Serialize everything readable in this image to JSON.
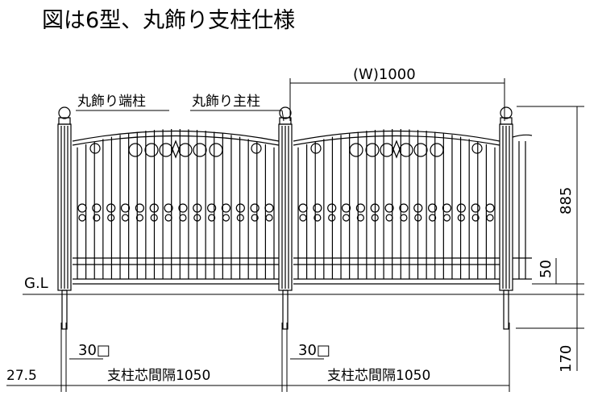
{
  "title": "図は6型、丸飾り支柱仕様",
  "labels": {
    "end_post": "丸飾り端柱",
    "main_post": "丸飾り主柱",
    "width": "(W)1000",
    "ground_line": "G.L",
    "post_size_1": "30□",
    "post_size_2": "30□",
    "offset": "27.5",
    "spacing_1": "支柱芯間隔1050",
    "spacing_2": "支柱芯間隔1050",
    "height": "885",
    "rail_gap": "50",
    "embed_depth": "170"
  }
}
